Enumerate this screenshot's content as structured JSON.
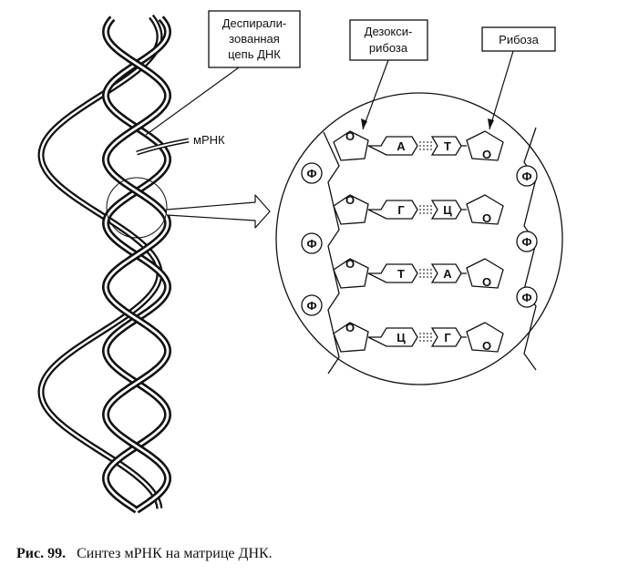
{
  "labels": {
    "despiral_line1": "Деспирали-",
    "despiral_line2": "зованная",
    "despiral_line3": "цепь ДНК",
    "deoxy_line1": "Дезокси-",
    "deoxy_line2": "рибоза",
    "ribose": "Рибоза",
    "mrna": "мРНК"
  },
  "phosphate": "Ф",
  "sugar_oxygen": "O",
  "pairs": [
    {
      "dna": "А",
      "rna": "Т"
    },
    {
      "dna": "Г",
      "rna": "Ц"
    },
    {
      "dna": "Т",
      "rna": "А"
    },
    {
      "dna": "Ц",
      "rna": "Г"
    }
  ],
  "caption": {
    "prefix": "Рис. 99.",
    "text": "Синтез мРНК на матрице ДНК."
  }
}
